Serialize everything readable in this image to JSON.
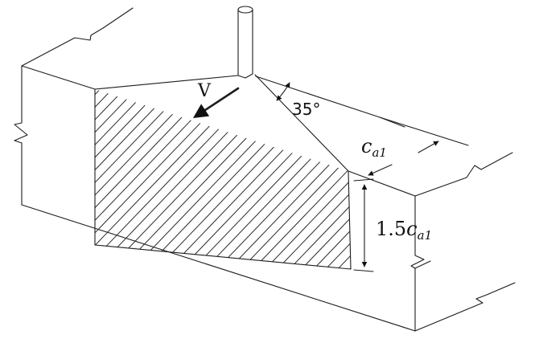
{
  "labels": {
    "shear_force": "V",
    "angle": "35°",
    "edge_distance_var": "c",
    "edge_distance_sub": "a1",
    "depth_coeff": "1.5",
    "depth_var": "c",
    "depth_sub": "a1"
  },
  "icons": {
    "anchor": "anchor-rod-icon",
    "load_arrow": "arrow-icon"
  }
}
